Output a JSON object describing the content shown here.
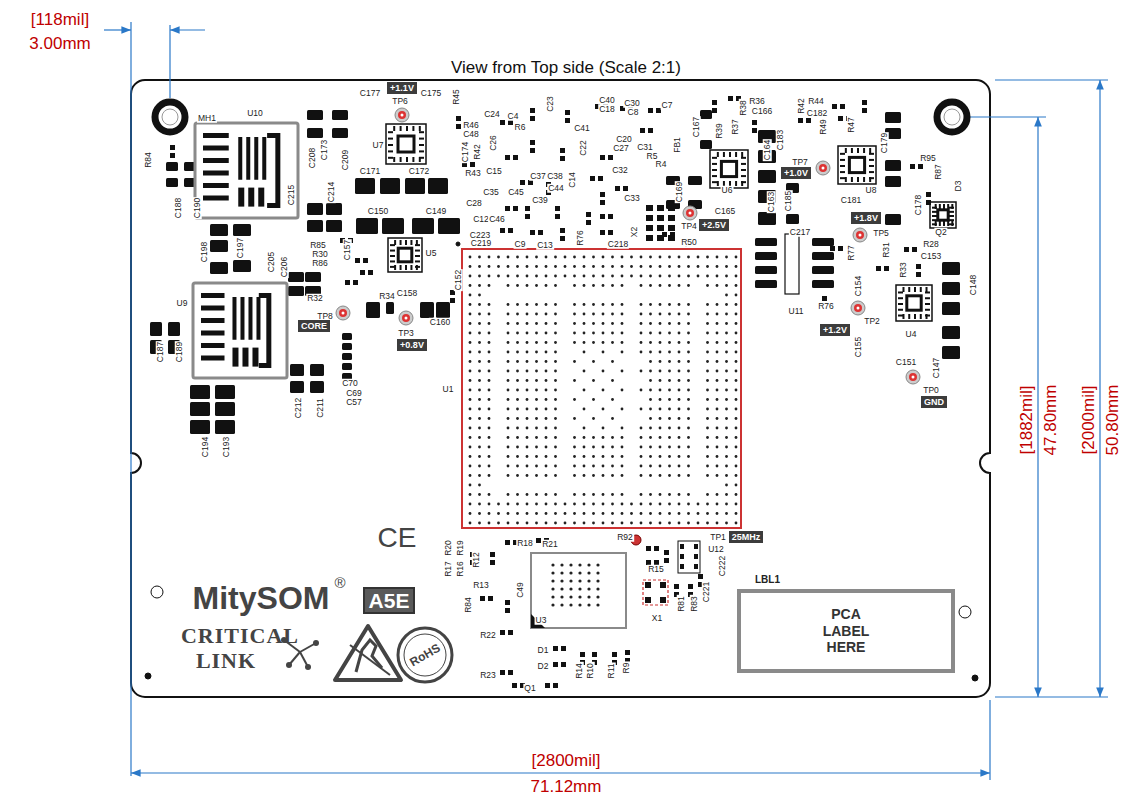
{
  "diagram": {
    "title": "View from Top side (Scale 2:1)",
    "nodes": [
      {
        "text": [
          "+1.1V"
        ]
      },
      {
        "text": [
          "+1.0V"
        ]
      },
      {
        "text": [
          "+1.8V"
        ]
      },
      {
        "text": [
          "+2.5V"
        ]
      },
      {
        "text": [
          "CORE"
        ]
      },
      {
        "text": [
          "+1.2V"
        ]
      },
      {
        "text": [
          "+0.8V"
        ]
      },
      {
        "text": [
          "GND"
        ]
      },
      {
        "text": [
          "25MHz"
        ]
      },
      {
        "text": [
          "LBL1",
          "PCA LABEL HERE"
        ]
      },
      {
        "text": [
          "A5E"
        ]
      }
    ],
    "labels": [
      "[118mil]",
      "3.00mm",
      "[1882mil]",
      "47.80mm",
      "[2000mil]",
      "50.80mm",
      "[2800mil]",
      "71.12mm",
      "MH1",
      "U10",
      "R84",
      "C188",
      "C190",
      "C198",
      "C197",
      "C177",
      "C175",
      "TP6",
      "R45",
      "C208",
      "C173",
      "C209",
      "U7",
      "R46",
      "C48",
      "C174",
      "R42",
      "C171",
      "C172",
      "R43",
      "C215",
      "C214",
      "C150",
      "C149",
      "R85",
      "R30",
      "R86",
      "C157",
      "C205",
      "C206",
      "U5",
      "C152",
      "U9",
      "R32",
      "R34",
      "C158",
      "TP8",
      "TP3",
      "C160",
      "C187",
      "C189",
      "C70",
      "C69",
      "C57",
      "C212",
      "C211",
      "C194",
      "C193",
      "C24",
      "C4",
      "C23",
      "C40",
      "C30",
      "C7",
      "C18",
      "C8",
      "R6",
      "C26",
      "C41",
      "C20",
      "C27",
      "C31",
      "C22",
      "R5",
      "R4",
      "C15",
      "C37",
      "C38",
      "C32",
      "C44",
      "C14",
      "C35",
      "C45",
      "C39",
      "C28",
      "C33",
      "C12",
      "C46",
      "C223",
      "C219",
      "C9",
      "C13",
      "R76",
      "C218",
      "X2",
      "C167",
      "FB1",
      "C169",
      "R36",
      "R38",
      "C166",
      "R39",
      "R37",
      "U6",
      "C165",
      "TP4",
      "R50",
      "R42",
      "R44",
      "C182",
      "R49",
      "R47",
      "C164",
      "C183",
      "C179",
      "TP7",
      "C163",
      "C185",
      "U8",
      "C181",
      "R95",
      "R87",
      "D3",
      "C178",
      "Q2",
      "C217",
      "TP5",
      "R28",
      "R31",
      "C153",
      "R77",
      "R33",
      "U11",
      "R76",
      "C154",
      "C148",
      "TP2",
      "C155",
      "U4",
      "C147",
      "C151",
      "TP0",
      "U1",
      "CE",
      "R18",
      "R21",
      "R92",
      "TP1",
      "U12",
      "C222",
      "R20",
      "R17",
      "R19",
      "R16",
      "R12",
      "R13",
      "R84",
      "C49",
      "R15",
      "R81",
      "R83",
      "C221",
      "X1",
      "U3",
      "R22",
      "R23",
      "D1",
      "D2",
      "Q1",
      "R14",
      "R10",
      "R11",
      "R9",
      "MitySOM",
      "®",
      "CRITICAL",
      "LINK",
      "RoHS"
    ]
  }
}
